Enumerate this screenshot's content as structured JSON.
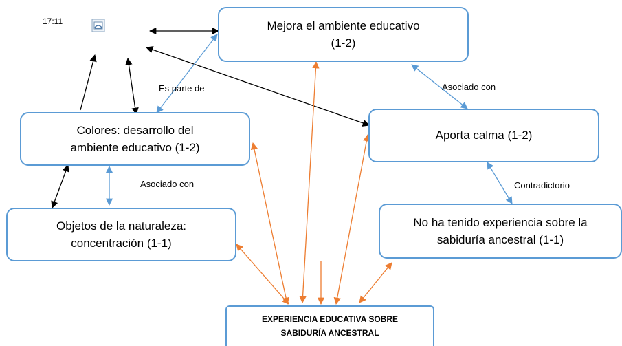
{
  "header": {
    "time": "17:11",
    "image_icon": "picture-icon"
  },
  "nodes": {
    "mejora": "Mejora el ambiente educativo\n(1-2)",
    "colores": "Colores: desarrollo del\nambiente educativo (1-2)",
    "aporta": "Aporta calma (1-2)",
    "objetos": "Objetos de la naturaleza:\nconcentración (1-1)",
    "no_ha": "No ha tenido experiencia sobre la\nsabiduría ancestral (1-1)",
    "central": "EXPERIENCIA EDUCATIVA SOBRE\nSABIDURÍA ANCESTRAL"
  },
  "edge_labels": {
    "es_parte": "Es parte de",
    "asociado_top": "Asociado con",
    "asociado_left": "Asociado con",
    "contradictorio": "Contradictorio"
  },
  "colors": {
    "box_border": "#5b9bd5",
    "blue_arrow": "#5b9bd5",
    "orange_arrow": "#ed7d31",
    "black_arrow": "#000000"
  }
}
